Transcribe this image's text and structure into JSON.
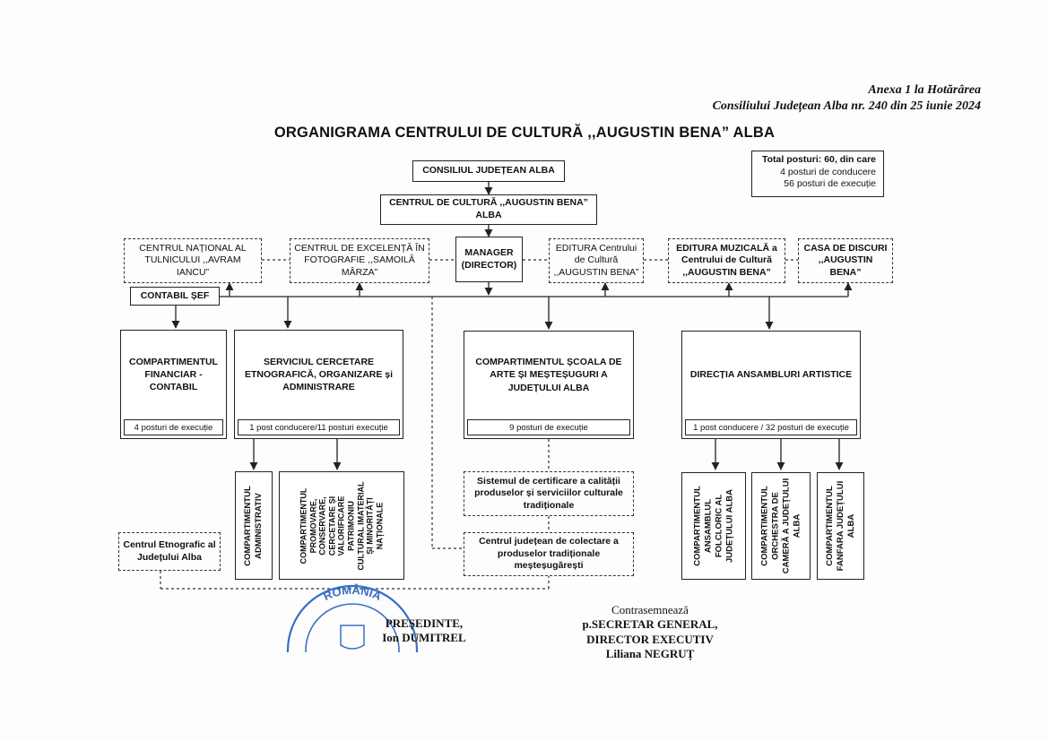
{
  "header": {
    "annex_line1": "Anexa 1  la Hotărârea",
    "annex_line2": "Consiliului Județean Alba nr. 240 din 25  iunie 2024"
  },
  "title": "ORGANIGRAMA CENTRULUI DE CULTURĂ ,,AUGUSTIN BENA” ALBA",
  "total_box": {
    "line1": "Total posturi: 60, din care",
    "line2": "4 posturi de conducere",
    "line3": "56 posturi de execuție"
  },
  "top": {
    "council": "CONSILIUL JUDEȚEAN ALBA",
    "center_line1": "CENTRUL DE CULTURĂ ,,AUGUSTIN BENA”",
    "center_line2": "ALBA",
    "manager_line1": "MANAGER",
    "manager_line2": "(DIRECTOR)",
    "accountant": "CONTABIL ȘEF"
  },
  "side_units": {
    "tulnic": "CENTRUL NAȚIONAL AL TULNICULUI ,,AVRAM IANCU”",
    "foto": "CENTRUL DE EXCELENȚĂ ÎN FOTOGRAFIE ,,SAMOILĂ MÂRZA”",
    "editura": "EDITURA Centrului de Cultură ,,AUGUSTIN BENA”",
    "editura_muzicala": "EDITURA MUZICALĂ a Centrului de Cultură ,,AUGUSTIN BENA”",
    "casa_discuri": "CASA DE DISCURI ,,AUGUSTIN BENA”"
  },
  "departments": [
    {
      "name": "COMPARTIMENTUL FINANCIAR - CONTABIL",
      "posts": "4 posturi de execuție"
    },
    {
      "name": "SERVICIUL CERCETARE ETNOGRAFICĂ, ORGANIZARE și ADMINISTRARE",
      "posts": "1 post conducere/11 posturi execuție"
    },
    {
      "name": "COMPARTIMENTUL ȘCOALA DE ARTE ȘI MEȘTEȘUGURI A JUDEȚULUI ALBA",
      "posts": "9 posturi de execuție"
    },
    {
      "name": "DIRECȚIA ANSAMBLURI ARTISTICE",
      "posts": "1 post conducere / 32 posturi de execuție"
    }
  ],
  "sub_units": {
    "administrativ": "COMPARTIMENTUL\nADMINISTRATIV",
    "promovare": "COMPARTIMENTUL\nPROMOVARE,\nCONSERVARE,\nCERCETARE ȘI\nVALORIFICARE\nPATRIMONIU\nCULTURAL IMATERIAL\nȘI MINORITĂȚI\nNAȚIONALE",
    "folcloric": "COMPARTIMENTUL\nANSAMBLUL\nFOLCLORIC AL\nJUDEȚULUI ALBA",
    "orchestra": "COMPARTIMENTUL\nORCHESTRA DE\nCAMERĂ A JUDEȚULUI\nALBA",
    "fanfara": "COMPARTIMENTUL\nFANFARA JUDEȚULUI\nALBA"
  },
  "dashed_units": {
    "etnografic": "Centrul Etnografic al Județului Alba",
    "certificare": "Sistemul de certificare a calității produselor și serviciilor culturale tradiționale",
    "colectare": "Centrul județean de colectare a produselor tradiționale meșteșugărești"
  },
  "signatures": {
    "president_title": "PREȘEDINTE,",
    "president_name": "Ion DUMITREL",
    "counter_label": "Contrasemnează",
    "secretary_line1": "p.SECRETAR GENERAL,",
    "secretary_line2": "DIRECTOR EXECUTIV",
    "secretary_name": "Liliana NEGRUȚ"
  },
  "stamp": {
    "text": "ROMÂNIA",
    "color": "#3a6fc4"
  }
}
